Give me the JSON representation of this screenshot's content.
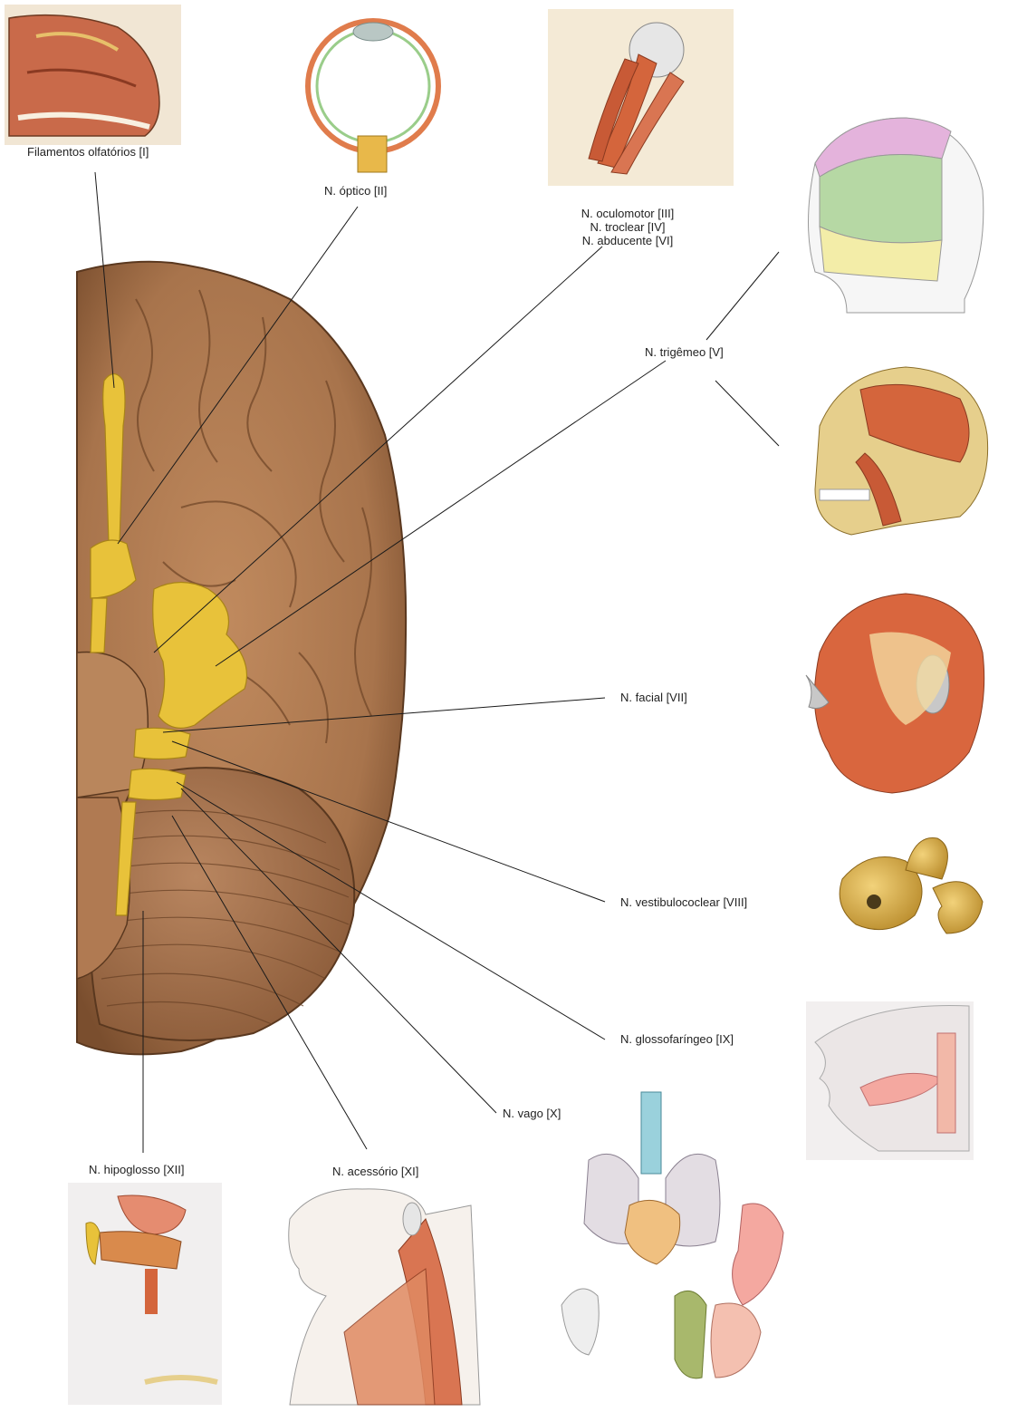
{
  "labels": {
    "olfactory": "Filamentos olfatórios [I]",
    "optic": "N. óptico [II]",
    "eye_motor": [
      "N. oculomotor [III]",
      "N. troclear [IV]",
      "N. abducente [VI]"
    ],
    "trigeminal": "N. trigêmeo [V]",
    "facial": "N. facial [VII]",
    "vestibulocochlear": "N. vestibulococlear [VIII]",
    "glossopharyngeal": "N. glossofaríngeo [IX]",
    "vagus": "N. vago [X]",
    "accessory": "N. acessório [XI]",
    "hypoglossal": "N. hipoglosso [XII]"
  },
  "colors": {
    "brain": "#a8744c",
    "brain_dark": "#7a4e2e",
    "nerve": "#e8c23a",
    "muscle": "#d4653c",
    "skin": "#f3e8e0",
    "bone": "#e6cf8c",
    "leader_line": "#1a1a1a"
  }
}
